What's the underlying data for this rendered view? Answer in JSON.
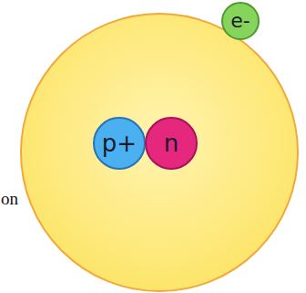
{
  "diagram": {
    "nodes": [
      {
        "text": [
          "e-"
        ]
      },
      {
        "text": [
          "p+"
        ]
      },
      {
        "text": [
          "n"
        ]
      }
    ],
    "labels": [
      "on"
    ]
  }
}
